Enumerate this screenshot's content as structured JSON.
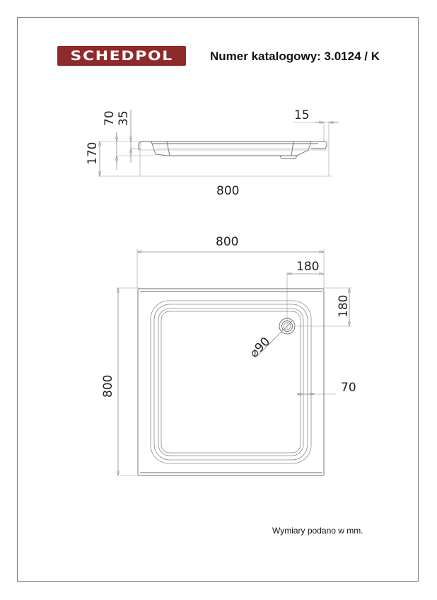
{
  "header": {
    "brand": "SCHEDPOL",
    "brand_color": "#8e2a2a",
    "catalog_label": "Numer katalogowy: 3.0124 / K"
  },
  "side_view": {
    "dimensions": {
      "total_height": "170",
      "rim_height": "70",
      "inner_height": "35",
      "rim_overhang": "15",
      "width": "800"
    }
  },
  "top_view": {
    "dimensions": {
      "width": "800",
      "depth": "800",
      "drain_offset_x": "180",
      "drain_offset_y": "180",
      "drain_diameter": "⌀90",
      "rim_width": "70"
    }
  },
  "footer": {
    "note": "Wymiary podano w mm."
  }
}
